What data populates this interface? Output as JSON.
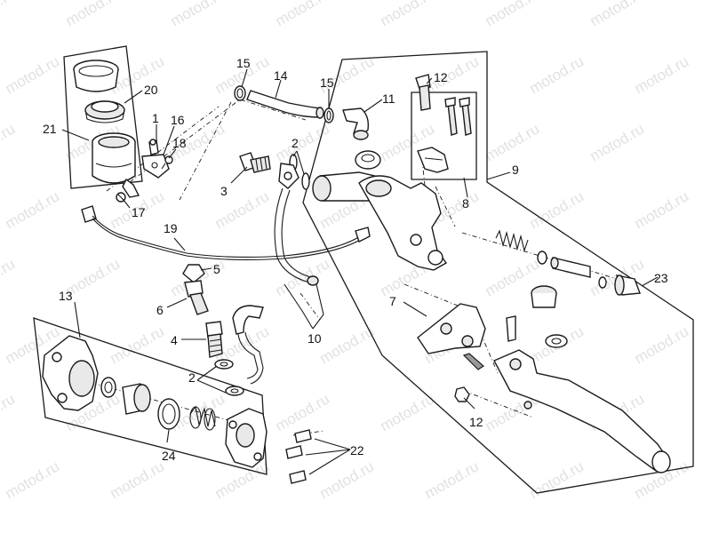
{
  "diagram": {
    "watermark_text": "motod.ru",
    "callouts": {
      "c1": "1",
      "c2a": "2",
      "c2b": "2",
      "c3": "3",
      "c4": "4",
      "c5": "5",
      "c6": "6",
      "c7": "7",
      "c8": "8",
      "c9": "9",
      "c10": "10",
      "c11": "11",
      "c12a": "12",
      "c12b": "12",
      "c13": "13",
      "c14": "14",
      "c15a": "15",
      "c15b": "15",
      "c16": "16",
      "c17": "17",
      "c18": "18",
      "c19": "19",
      "c20": "20",
      "c21": "21",
      "c22": "22",
      "c23": "23",
      "c24": "24"
    },
    "colors": {
      "line": "#1a1a1a",
      "shade": "#e9e9e9",
      "dark": "#9a9a9a",
      "watermark": "#c9c9c9"
    }
  }
}
